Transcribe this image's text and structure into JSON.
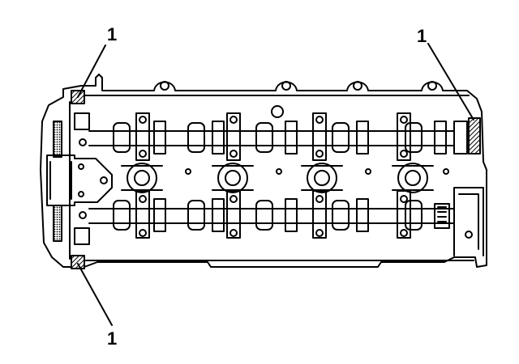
{
  "diagram": {
    "callouts": [
      {
        "id": "top-left",
        "label": "1"
      },
      {
        "id": "top-right",
        "label": "1"
      },
      {
        "id": "bottom-left",
        "label": "1"
      }
    ]
  },
  "colors": {
    "ink": "#000000",
    "paper": "#ffffff",
    "hatch": "#555555"
  }
}
